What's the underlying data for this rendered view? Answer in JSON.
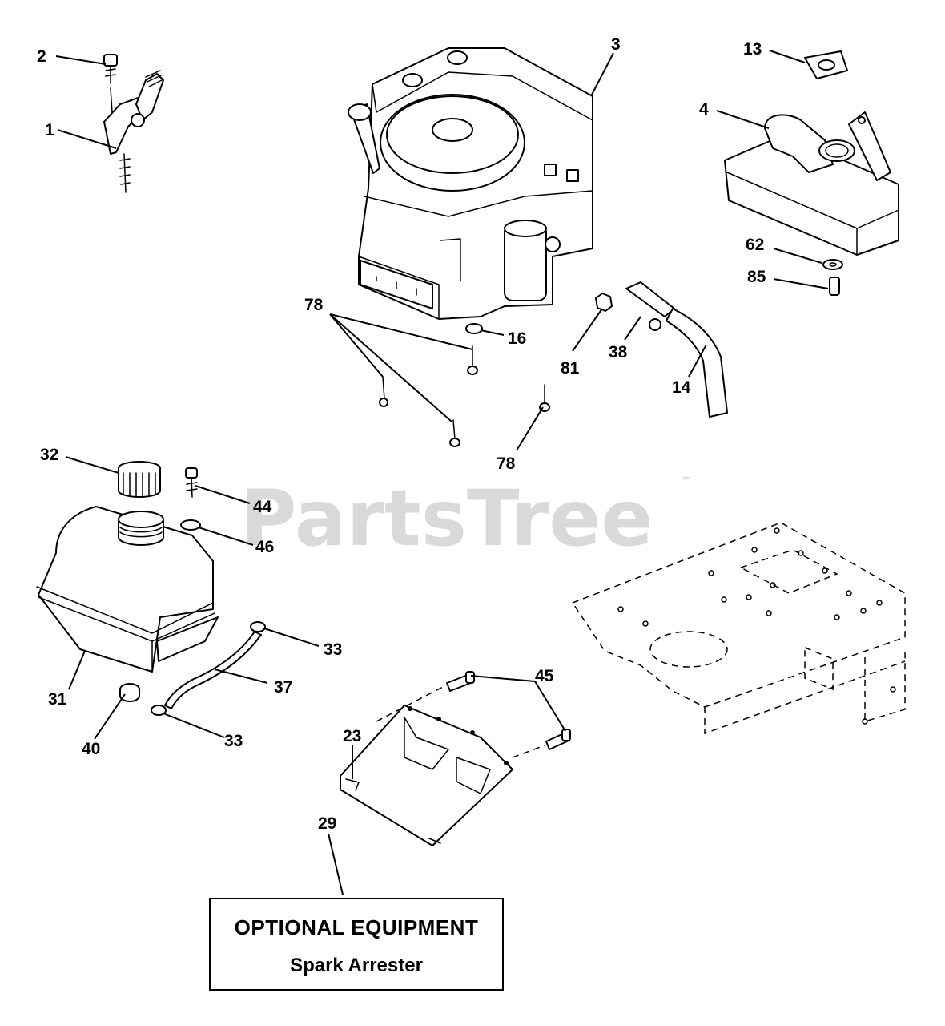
{
  "watermark": {
    "brand": "PartsTree",
    "trademark": "™"
  },
  "labels": {
    "l1": "1",
    "l2": "2",
    "l3": "3",
    "l4": "4",
    "l13": "13",
    "l62": "62",
    "l85": "85",
    "l78a": "78",
    "l16": "16",
    "l81": "81",
    "l38": "38",
    "l14": "14",
    "l78b": "78",
    "l32": "32",
    "l44": "44",
    "l46": "46",
    "l33a": "33",
    "l37": "37",
    "l31": "31",
    "l40": "40",
    "l33b": "33",
    "l45": "45",
    "l23": "23",
    "l29": "29"
  },
  "optional_box": {
    "title": "OPTIONAL EQUIPMENT",
    "subtitle": "Spark Arrester"
  }
}
